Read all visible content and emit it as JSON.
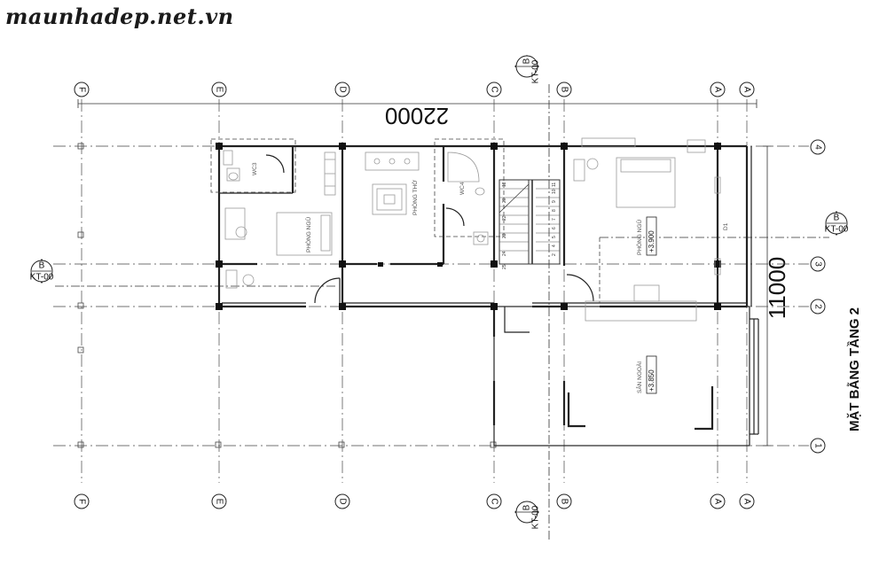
{
  "site": "maunhadep.net.vn",
  "drawing_title": "MẶT BẰNG TẦNG 2",
  "dimensions": {
    "overall_length": "22000",
    "overall_width": "11000"
  },
  "grid_top": [
    "F",
    "E",
    "D",
    "C",
    "B",
    "A",
    "A"
  ],
  "grid_side": [
    "4",
    "3",
    "2",
    "1"
  ],
  "section_mark": {
    "letter": "B",
    "sheet": "KT-00"
  },
  "rooms": {
    "wc3": "WC3",
    "bedroom_left": "PHÒNG NGỦ",
    "worship": "PHÒNG THỜ",
    "wc4": "WC4",
    "bedroom_right": "PHÒNG NGỦ",
    "bedroom_right_level": "+3.900",
    "terrace": "SÂN NGOÀI",
    "terrace_level": "+3.850",
    "door_d1": "D1"
  },
  "stair_numbers": [
    "11",
    "12",
    "10",
    "9",
    "8",
    "7",
    "6",
    "5",
    "4",
    "3",
    "2",
    "1",
    "13",
    "14",
    "15",
    "16",
    "17",
    "18",
    "19",
    "20",
    "21",
    "22",
    "23",
    "24",
    "25"
  ]
}
